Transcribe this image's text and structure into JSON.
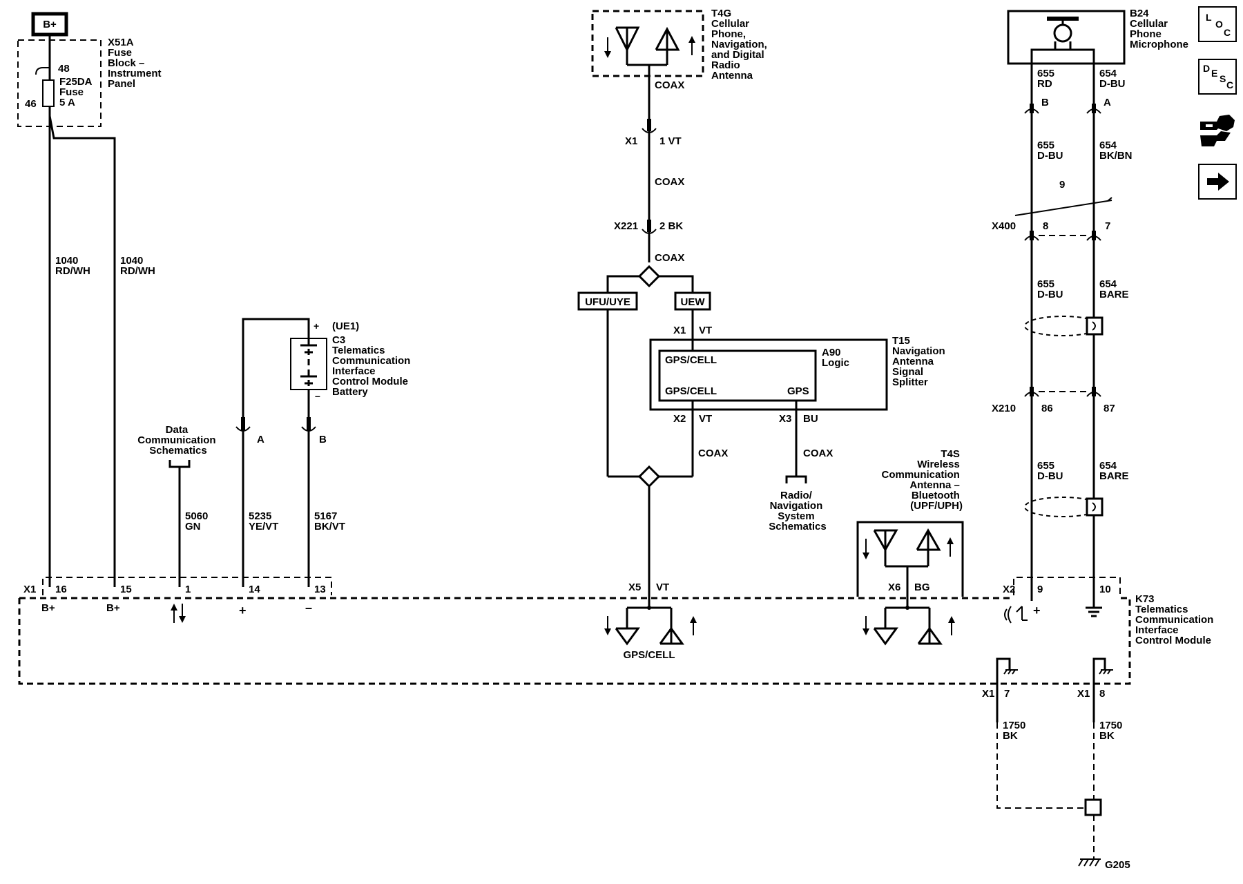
{
  "power": {
    "label": "B+"
  },
  "fuse_block": {
    "title_lines": [
      "X51A",
      "Fuse",
      "Block –",
      "Instrument",
      "Panel"
    ],
    "pin_top": "48",
    "pin_bottom": "46",
    "fuse_lines": [
      "F25DA",
      "Fuse",
      "5 A"
    ]
  },
  "wires_left": [
    {
      "circuit": "1040",
      "color": "RD/WH"
    },
    {
      "circuit": "1040",
      "color": "RD/WH"
    }
  ],
  "battery": {
    "option": "(UE1)",
    "title_lines": [
      "C3",
      "Telematics",
      "Communication",
      "Interface",
      "Control Module",
      "Battery"
    ],
    "plus": "+",
    "minus": "–"
  },
  "pin_a": "A",
  "pin_b": "B",
  "data_comm": {
    "lines": [
      "Data",
      "Communication",
      "Schematics"
    ]
  },
  "wire_5060": {
    "circuit": "5060",
    "color": "GN"
  },
  "wire_5235": {
    "circuit": "5235",
    "color": "YE/VT"
  },
  "wire_5167": {
    "circuit": "5167",
    "color": "BK/VT"
  },
  "antenna_t4g": {
    "title_lines": [
      "T4G",
      "Cellular",
      "Phone,",
      "Navigation,",
      "and Digital",
      "Radio",
      "Antenna"
    ]
  },
  "coax_label": "COAX",
  "x1_connector": {
    "name": "X1",
    "pin": "1 VT"
  },
  "x221_connector": {
    "name": "X221",
    "pin": "2 BK"
  },
  "option_ufu": "UFU/UYE",
  "option_uew": "UEW",
  "splitter": {
    "x1": "X1",
    "x1_pin": "VT",
    "title_lines": [
      "T15",
      "Navigation",
      "Antenna",
      "Signal",
      "Splitter"
    ],
    "logic_lines": [
      "A90",
      "Logic"
    ],
    "gps_cell_top": "GPS/CELL",
    "gps_cell_bottom": "GPS/CELL",
    "gps": "GPS",
    "x2": "X2",
    "x2_pin": "VT",
    "x3": "X3",
    "x3_pin": "BU"
  },
  "radio_nav": {
    "lines": [
      "Radio/",
      "Navigation",
      "System",
      "Schematics"
    ]
  },
  "bluetooth": {
    "title_lines": [
      "T4S",
      "Wireless",
      "Communication",
      "Antenna –",
      "Bluetooth",
      "(UPF/UPH)"
    ]
  },
  "mic": {
    "title_lines": [
      "B24",
      "Cellular",
      "Phone",
      "Microphone"
    ]
  },
  "mic_wires": {
    "top": [
      {
        "circuit": "655",
        "color": "RD"
      },
      {
        "circuit": "654",
        "color": "D-BU"
      }
    ],
    "pins_top": [
      "B",
      "A"
    ],
    "second": [
      {
        "circuit": "655",
        "color": "D-BU"
      },
      {
        "circuit": "654",
        "color": "BK/BN"
      }
    ],
    "twist_count": "9",
    "x400": {
      "name": "X400",
      "pins": [
        "8",
        "7"
      ]
    },
    "third": [
      {
        "circuit": "655",
        "color": "D-BU"
      },
      {
        "circuit": "654",
        "color": "BARE"
      }
    ],
    "x210": {
      "name": "X210",
      "pins": [
        "86",
        "87"
      ]
    },
    "fourth": [
      {
        "circuit": "655",
        "color": "D-BU"
      },
      {
        "circuit": "654",
        "color": "BARE"
      }
    ]
  },
  "module": {
    "title_lines": [
      "K73",
      "Telematics",
      "Communication",
      "Interface",
      "Control Module"
    ],
    "x1": "X1",
    "pins": [
      "16",
      "15",
      "1",
      "14",
      "13"
    ],
    "pin_labels": [
      "B+",
      "B+",
      "",
      "+",
      "–"
    ],
    "x5": "X5",
    "x5_pin": "VT",
    "x5_label": "GPS/CELL",
    "x6": "X6",
    "x6_pin": "BG",
    "x2": "X2",
    "x2_pins": [
      "9",
      "10"
    ],
    "mic_plus": "+"
  },
  "ground": {
    "x1_left": "X1",
    "pin_left": "7",
    "x1_right": "X1",
    "pin_right": "8",
    "wires": [
      {
        "circuit": "1750",
        "color": "BK"
      },
      {
        "circuit": "1750",
        "color": "BK"
      }
    ],
    "ground_name": "G205"
  },
  "nav_buttons": {
    "loc": [
      "L",
      "O",
      "C"
    ],
    "desc": [
      "D",
      "E",
      "S",
      "C"
    ]
  }
}
